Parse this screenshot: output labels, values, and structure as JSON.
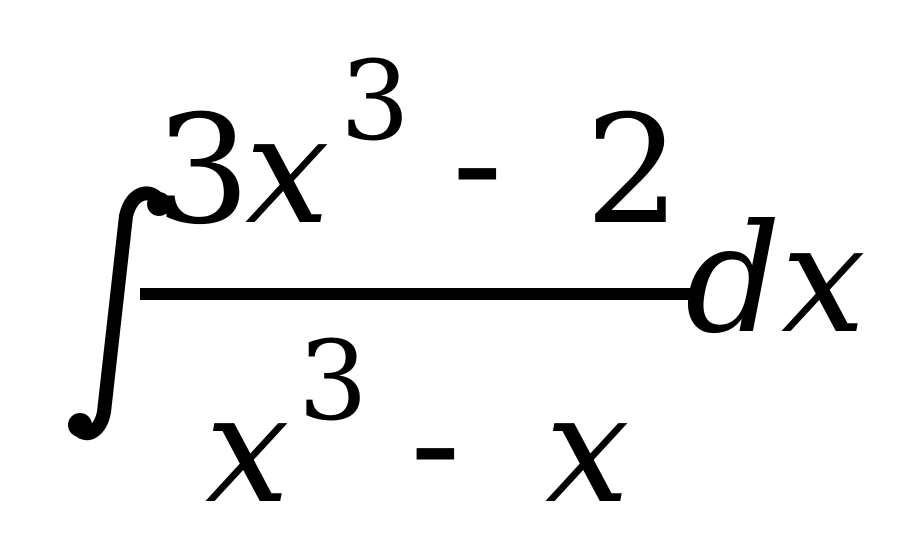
{
  "expression": {
    "integral_symbol": "∫",
    "numerator": {
      "coefficient": "3",
      "variable": "x",
      "exponent": "3",
      "operator": "-",
      "constant": "2"
    },
    "denominator": {
      "variable": "x",
      "exponent": "3",
      "operator": "-",
      "term": "x"
    },
    "differential": "dx"
  }
}
